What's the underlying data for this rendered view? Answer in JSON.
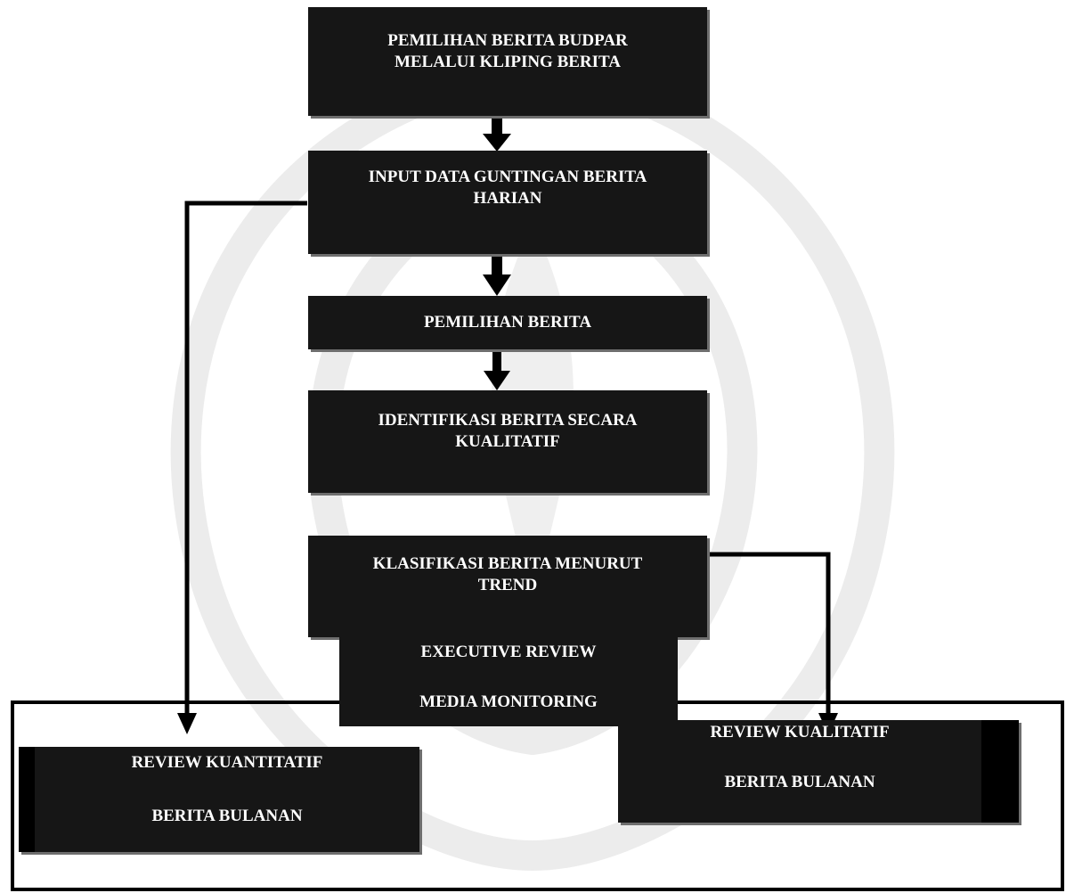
{
  "diagram": {
    "boxes": {
      "box1": {
        "line1": "PEMILIHAN BERITA BUDPAR",
        "line2": "MELALUI KLIPING BERITA"
      },
      "box2": {
        "line1": "INPUT DATA GUNTINGAN BERITA",
        "line2": "HARIAN"
      },
      "box3": {
        "line1": "PEMILIHAN BERITA"
      },
      "box4": {
        "line1": "IDENTIFIKASI BERITA SECARA",
        "line2": "KUALITATIF"
      },
      "box5": {
        "line1": "KLASIFIKASI BERITA MENURUT",
        "line2": "TREND"
      },
      "box6": {
        "line1": "EXECUTIVE REVIEW",
        "line2": "MEDIA MONITORING"
      },
      "box7": {
        "line1": "REVIEW KUANTITATIF",
        "line2": "BERITA BULANAN"
      },
      "box8": {
        "line1": "REVIEW KUALITATIF",
        "line2": "BERITA BULANAN"
      }
    }
  }
}
